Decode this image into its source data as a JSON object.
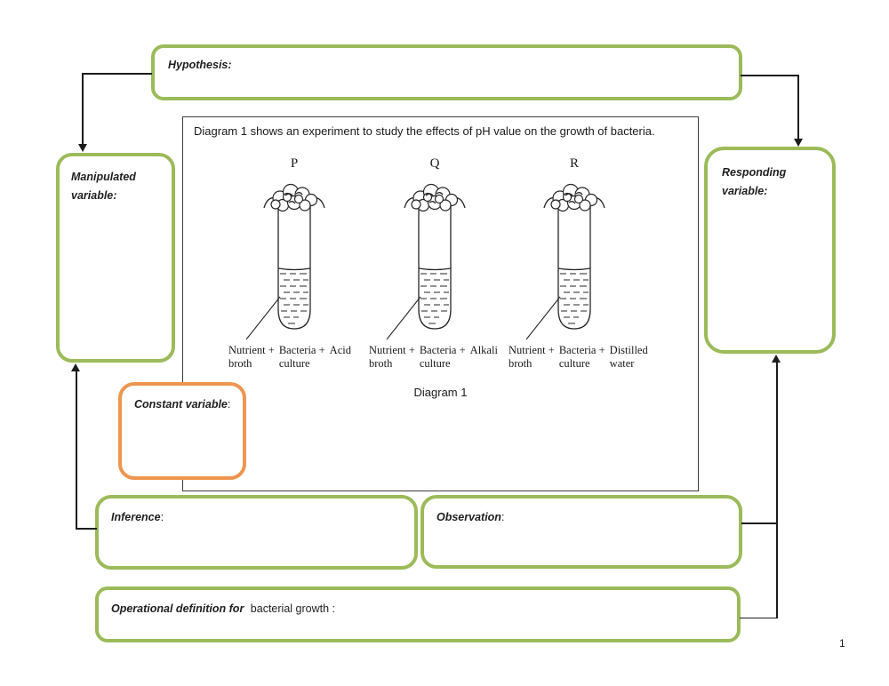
{
  "colors": {
    "green": "#9bbb59",
    "orange": "#ef954e",
    "line": "#1c1c1c"
  },
  "page_number": "1",
  "boxes": {
    "hypothesis": {
      "label": "Hypothesis:"
    },
    "manipulated_variable": {
      "line1": "Manipulated",
      "line2": "variable:"
    },
    "responding_variable": {
      "line1": "Responding",
      "line2": "variable:"
    },
    "constant_variable": {
      "label": "Constant variable",
      "suffix": ":"
    },
    "inference": {
      "label": "Inference",
      "suffix": ":"
    },
    "observation": {
      "label": "Observation",
      "suffix": ":"
    },
    "operational_definition": {
      "label": "Operational definition for",
      "suffix": "bacterial growth :"
    }
  },
  "diagram": {
    "description": "Diagram 1 shows an experiment to study the effects of pH value on the growth of bacteria.",
    "caption": "Diagram 1",
    "tubes": [
      {
        "letter": "P",
        "col1_top": "Nutrient +",
        "col1_bottom": "broth",
        "col2_top": "Bacteria +",
        "col2_bottom": "culture",
        "col3_top": "Acid",
        "col3_bottom": ""
      },
      {
        "letter": "Q",
        "col1_top": "Nutrient +",
        "col1_bottom": "broth",
        "col2_top": "Bacteria +",
        "col2_bottom": "culture",
        "col3_top": "Alkali",
        "col3_bottom": ""
      },
      {
        "letter": "R",
        "col1_top": "Nutrient +",
        "col1_bottom": "broth",
        "col2_top": "Bacteria +",
        "col2_bottom": "culture",
        "col3_top": "Distilled",
        "col3_bottom": "water"
      }
    ]
  }
}
